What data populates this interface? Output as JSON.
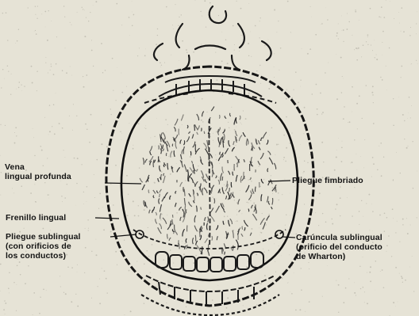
{
  "labels": {
    "vena_lingual": "Vena\nlingual profunda",
    "frenillo_lingual": "Frenillo lingual",
    "pliegue_sublingual": "Pliegue sublingual\n(con orificios de\nlos conductos)",
    "pliegue_fimbriado": "Pliegue fimbriado",
    "caruncula_sublingual": "Carúncula sublingual\n(orificio del conducto\nde Wharton)"
  },
  "colors": {
    "background": "#e6e3d6",
    "ink": "#141414"
  }
}
